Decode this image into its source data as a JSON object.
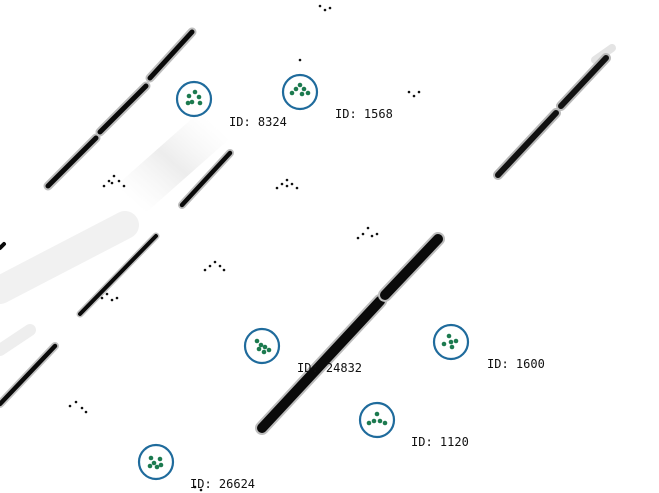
{
  "colors": {
    "background": "#ffffff",
    "streak": "#0a0a0a",
    "ring": "#1f6b9c",
    "dot": "#1c7a4f",
    "label": "#111111"
  },
  "markers": [
    {
      "id_text": "ID: 8324",
      "icon": "cluster-marker-icon"
    },
    {
      "id_text": "ID: 1568",
      "icon": "cluster-marker-icon"
    },
    {
      "id_text": "ID: 24832",
      "icon": "cluster-marker-icon"
    },
    {
      "id_text": "ID: 1600",
      "icon": "cluster-marker-icon"
    },
    {
      "id_text": "ID: 1120",
      "icon": "cluster-marker-icon"
    },
    {
      "id_text": "ID: 26624",
      "icon": "cluster-marker-icon"
    }
  ]
}
